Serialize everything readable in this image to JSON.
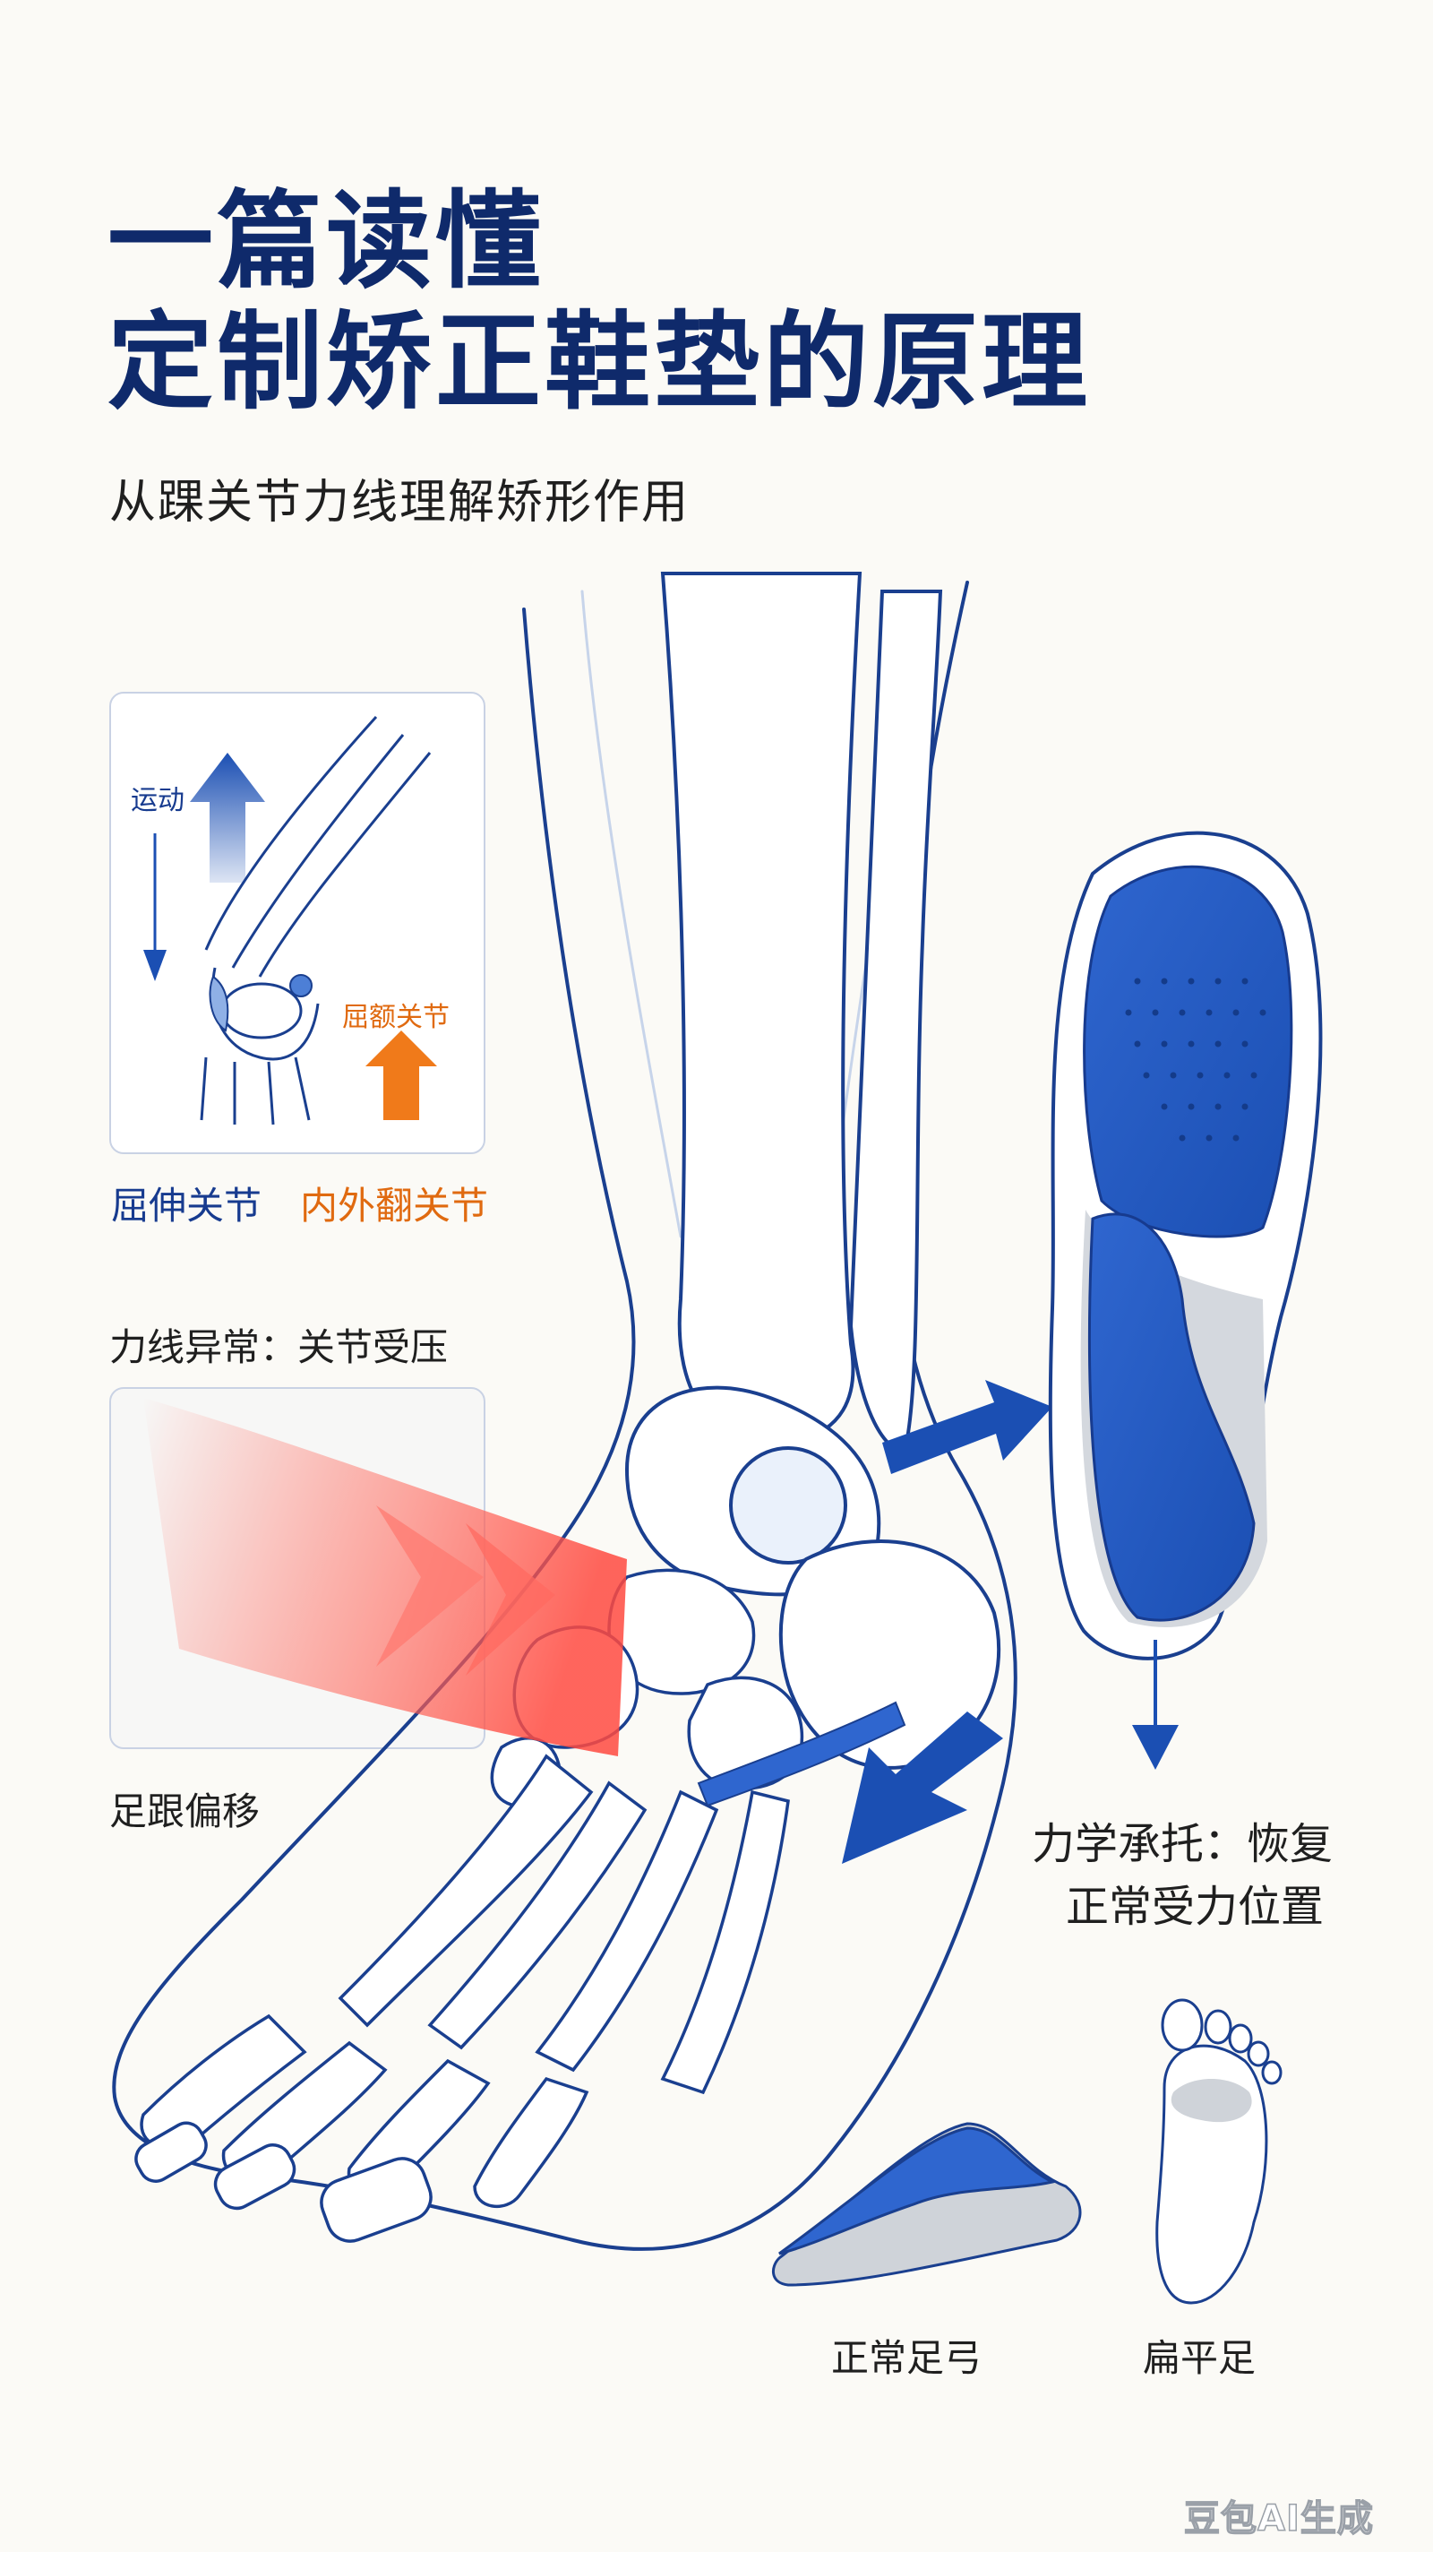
{
  "header": {
    "title_line1": "一篇读懂",
    "title_line2": "定制矫正鞋垫的原理",
    "subtitle": "从踝关节力线理解矫形作用"
  },
  "knee_panel": {
    "motion_label": "运动",
    "inline_label": "屈额关节",
    "flexion_label": "屈伸关节",
    "inversion_label": "内外翻关节"
  },
  "abnormal": {
    "heading": "力线异常：关节受压",
    "caption": "足跟偏移"
  },
  "support": {
    "line1": "力学承托：恢复",
    "line2": "正常受力位置"
  },
  "comparison": {
    "normal_arch": "正常足弓",
    "flat_foot": "扁平足"
  },
  "watermark": "豆包AI生成",
  "colors": {
    "title": "#0f2a6b",
    "blue_accent": "#1b4fb3",
    "orange_accent": "#f07a1a",
    "pressure_red": "#ff5a50",
    "outline": "#1a3f8f"
  }
}
